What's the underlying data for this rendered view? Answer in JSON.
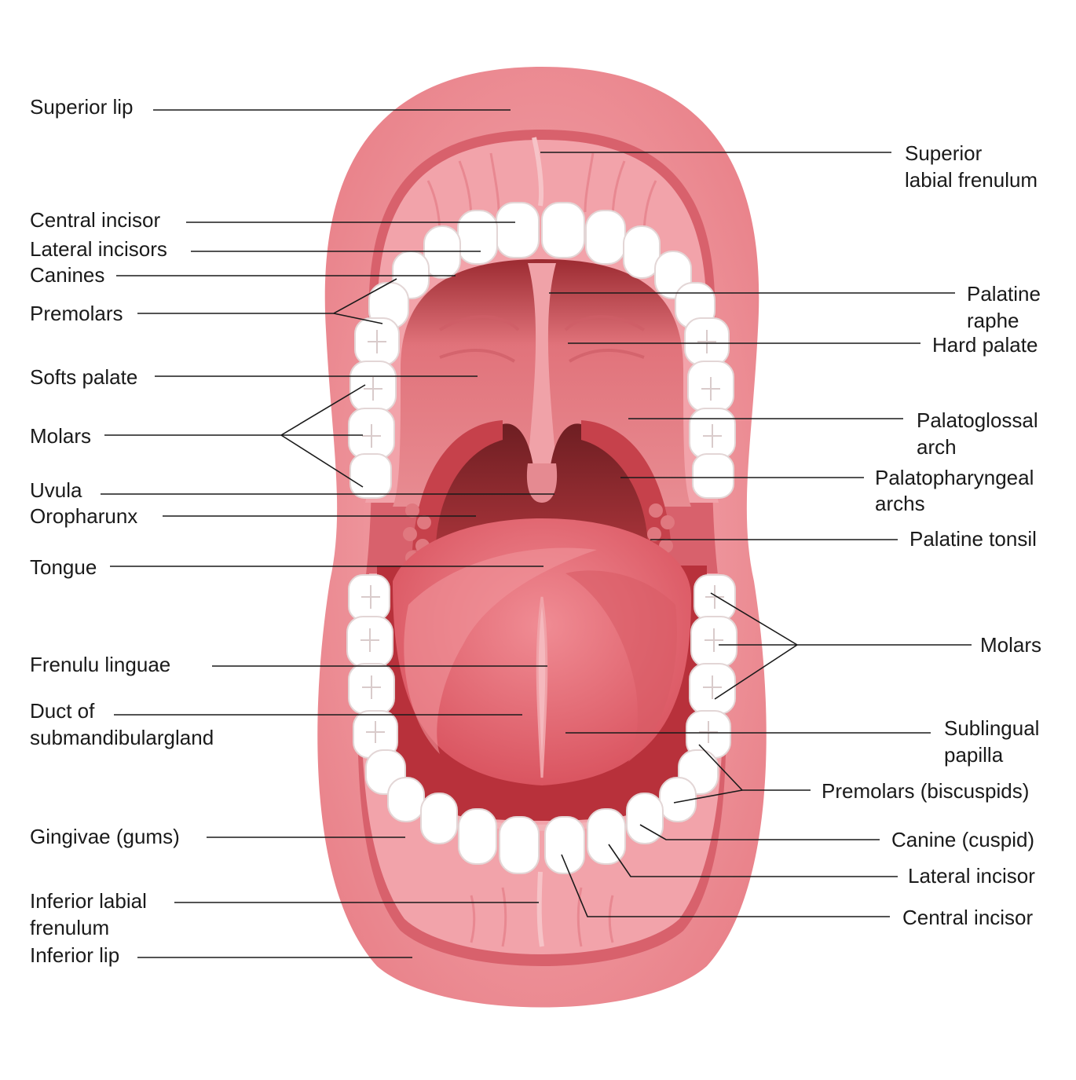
{
  "labels": {
    "superior_lip": "Superior lip",
    "central_incisor_top": "Central incisor",
    "lateral_incisors": "Lateral incisors",
    "canines": "Canines",
    "premolars": "Premolars",
    "softs_palate": "Softs palate",
    "molars_left": "Molars",
    "uvula": "Uvula",
    "oropharunx": "Oropharunx",
    "tongue": "Tongue",
    "frenulu_linguae": "Frenulu linguae",
    "duct_line1": "Duct of",
    "duct_line2": "submandibulargland",
    "gingivae": "Gingivae (gums)",
    "inferior_labial_line1": "Inferior labial",
    "inferior_labial_line2": "frenulum",
    "inferior_lip": "Inferior lip",
    "superior_labial_line1": "Superior",
    "superior_labial_line2": "labial frenulum",
    "palatine_raphe_line1": "Palatine",
    "palatine_raphe_line2": "raphe",
    "hard_palate": "Hard palate",
    "palatoglossal_line1": "Palatoglossal",
    "palatoglossal_line2": "arch",
    "palatopharyngeal_line1": "Palatopharyngeal",
    "palatopharyngeal_line2": "archs",
    "palatine_tonsil": "Palatine tonsil",
    "molars_right": "Molars",
    "sublingual_line1": "Sublingual",
    "sublingual_line2": "papilla",
    "premolars_biscuspids": "Premolars (biscuspids)",
    "canine_cuspid": "Canine (cuspid)",
    "lateral_incisor": "Lateral incisor",
    "central_incisor_bottom": "Central incisor"
  },
  "colors": {
    "lip": "#e9828a",
    "lip_light": "#f2a7ad",
    "gum": "#ef9aa2",
    "palate": "#e47f86",
    "throat": "#8e2a2e",
    "tongue": "#e56f79",
    "tooth": "#ffffff",
    "leader": "#1a1a1a"
  }
}
